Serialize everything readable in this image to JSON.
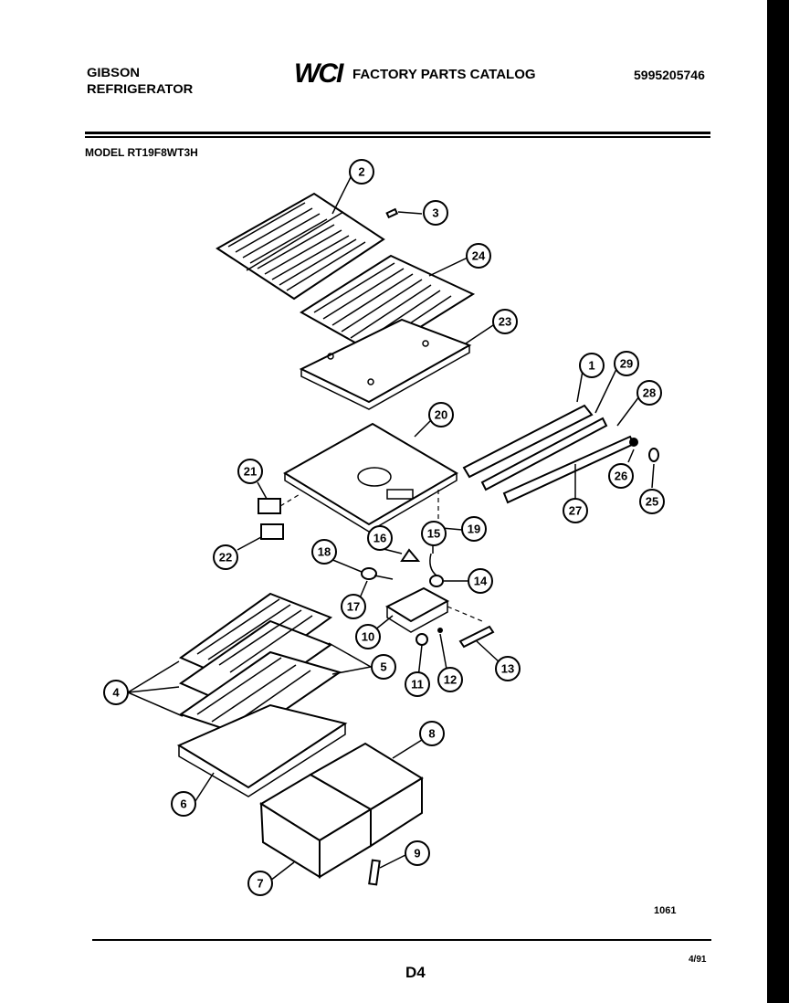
{
  "header": {
    "brand_line1": "GIBSON",
    "brand_line2": "REFRIGERATOR",
    "logo_text": "WCI",
    "catalog_title": "FACTORY PARTS CATALOG",
    "part_number": "5995205746",
    "model": "MODEL RT19F8WT3H"
  },
  "footer": {
    "ref": "1061",
    "page_id": "D4",
    "date": "4/91"
  },
  "callouts": [
    "1",
    "2",
    "3",
    "4",
    "5",
    "6",
    "7",
    "8",
    "9",
    "10",
    "11",
    "12",
    "13",
    "14",
    "15",
    "16",
    "17",
    "18",
    "19",
    "20",
    "21",
    "22",
    "23",
    "24",
    "25",
    "26",
    "27",
    "28",
    "29"
  ]
}
